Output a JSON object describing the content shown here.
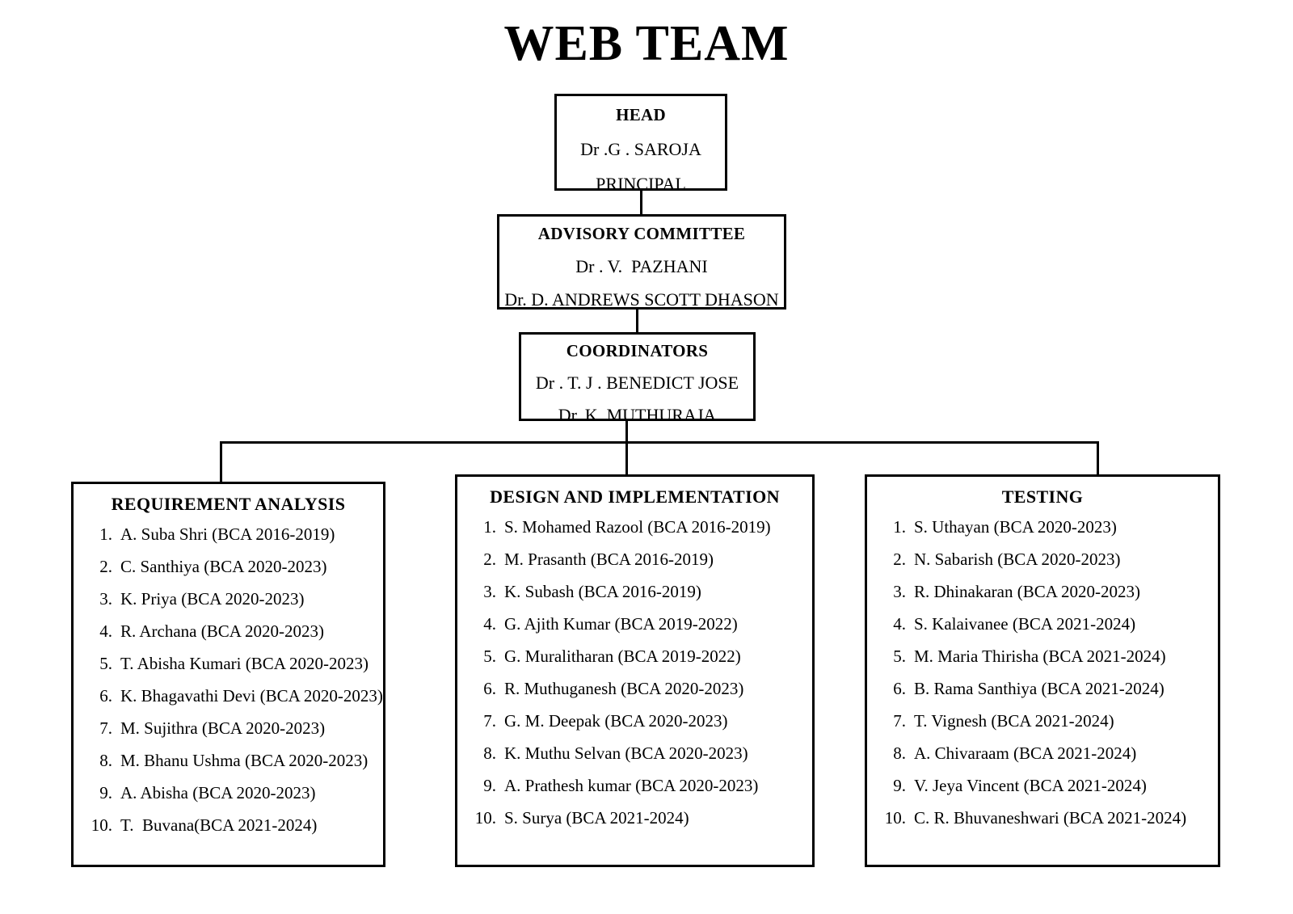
{
  "title": "WEB TEAM",
  "hierarchy": {
    "head": {
      "title": "HEAD",
      "lines": [
        "Dr .G . SAROJA",
        "PRINCIPAL"
      ]
    },
    "advisory": {
      "title": "ADVISORY COMMITTEE",
      "lines": [
        "Dr . V.  PAZHANI",
        "Dr. D. ANDREWS SCOTT DHASON"
      ]
    },
    "coordinators": {
      "title": "COORDINATORS",
      "lines": [
        "Dr . T. J . BENEDICT JOSE",
        "Dr. K. MUTHURAJA"
      ]
    }
  },
  "teams": [
    {
      "title": "REQUIREMENT ANALYSIS",
      "members": [
        {
          "num": "1.",
          "name": "A. Suba Shri (BCA 2016-2019)"
        },
        {
          "num": "2.",
          "name": "C. Santhiya (BCA 2020-2023)"
        },
        {
          "num": "3.",
          "name": "K. Priya (BCA 2020-2023)"
        },
        {
          "num": "4.",
          "name": "R. Archana (BCA 2020-2023)"
        },
        {
          "num": "5.",
          "name": "T. Abisha Kumari (BCA 2020-2023)"
        },
        {
          "num": "6.",
          "name": "K. Bhagavathi Devi (BCA 2020-2023)"
        },
        {
          "num": "7.",
          "name": "M. Sujithra (BCA 2020-2023)"
        },
        {
          "num": "8.",
          "name": "M. Bhanu Ushma (BCA 2020-2023)"
        },
        {
          "num": "9.",
          "name": "A. Abisha (BCA 2020-2023)"
        },
        {
          "num": "10.",
          "name": "T.  Buvana(BCA 2021-2024)"
        }
      ]
    },
    {
      "title": "DESIGN AND IMPLEMENTATION",
      "members": [
        {
          "num": "1.",
          "name": "S. Mohamed Razool (BCA 2016-2019)"
        },
        {
          "num": "2.",
          "name": "M. Prasanth (BCA 2016-2019)"
        },
        {
          "num": "3.",
          "name": "K. Subash (BCA 2016-2019)"
        },
        {
          "num": "4.",
          "name": "G. Ajith Kumar (BCA 2019-2022)"
        },
        {
          "num": "5.",
          "name": "G. Muralitharan (BCA 2019-2022)"
        },
        {
          "num": "6.",
          "name": "R. Muthuganesh (BCA 2020-2023)"
        },
        {
          "num": "7.",
          "name": "G. M. Deepak (BCA 2020-2023)"
        },
        {
          "num": "8.",
          "name": "K. Muthu Selvan (BCA 2020-2023)"
        },
        {
          "num": "9.",
          "name": "A. Prathesh kumar (BCA 2020-2023)"
        },
        {
          "num": "10.",
          "name": "S. Surya (BCA 2021-2024)"
        }
      ]
    },
    {
      "title": "TESTING",
      "members": [
        {
          "num": "1.",
          "name": "S. Uthayan (BCA 2020-2023)"
        },
        {
          "num": "2.",
          "name": "N. Sabarish (BCA 2020-2023)"
        },
        {
          "num": "3.",
          "name": "R. Dhinakaran (BCA 2020-2023)"
        },
        {
          "num": "4.",
          "name": "S. Kalaivanee (BCA 2021-2024)"
        },
        {
          "num": "5.",
          "name": "M. Maria Thirisha (BCA 2021-2024)"
        },
        {
          "num": "6.",
          "name": "B. Rama Santhiya (BCA 2021-2024)"
        },
        {
          "num": "7.",
          "name": "T. Vignesh (BCA 2021-2024)"
        },
        {
          "num": "8.",
          "name": "A. Chivaraam (BCA 2021-2024)"
        },
        {
          "num": "9.",
          "name": "V. Jeya Vincent (BCA 2021-2024)"
        },
        {
          "num": "10.",
          "name": "C. R. Bhuvaneshwari (BCA 2021-2024)"
        }
      ]
    }
  ],
  "colors": {
    "ink": "#000000",
    "paper": "#ffffff"
  }
}
